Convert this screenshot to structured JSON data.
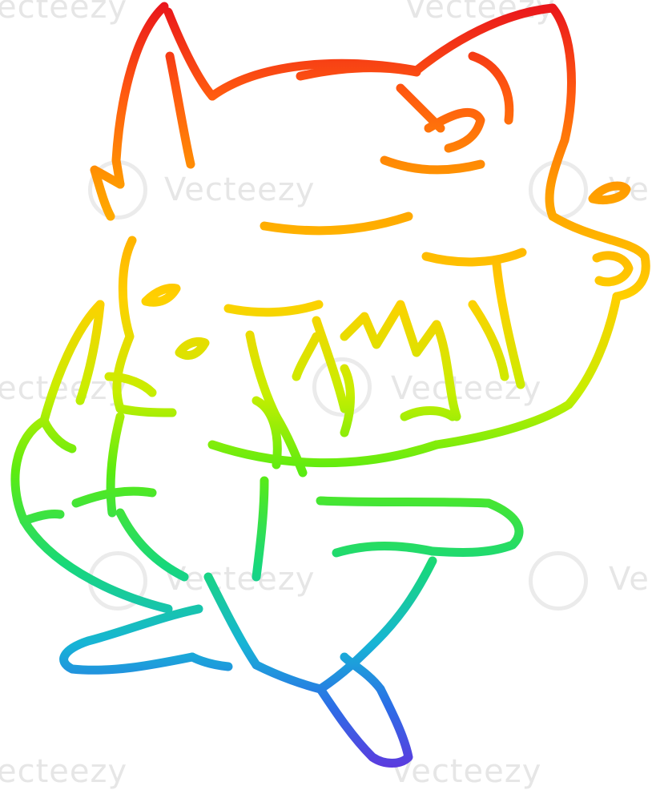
{
  "watermark": {
    "text": "Vecteezy",
    "partial_left": "ecteezy",
    "partial_right": "Ve"
  },
  "illustration": {
    "stroke_gradient": [
      "#e8121c",
      "#ff8a00",
      "#ffd400",
      "#7ee800",
      "#1bd86b",
      "#1aa6e0",
      "#2f5fe0",
      "#6a2fe0"
    ]
  }
}
